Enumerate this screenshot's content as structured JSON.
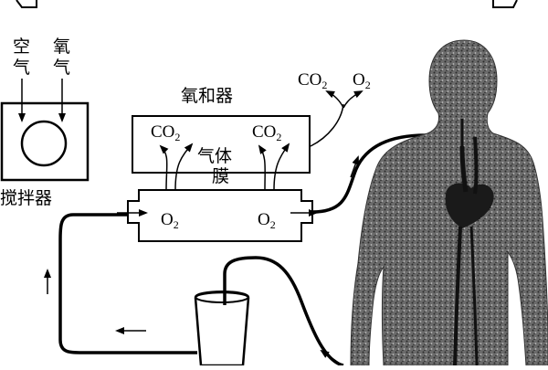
{
  "stirrer": {
    "air_label": [
      "空",
      "气"
    ],
    "oxygen_label": [
      "氧",
      "气"
    ],
    "label": "搅拌器"
  },
  "oxygenator": {
    "label": "氧和器",
    "gas_membrane_label": [
      "气体",
      "膜"
    ],
    "co2_left": {
      "base": "CO",
      "sub": "2"
    },
    "co2_right": {
      "base": "CO",
      "sub": "2"
    },
    "o2_left": {
      "base": "O",
      "sub": "2"
    },
    "o2_right": {
      "base": "O",
      "sub": "2"
    }
  },
  "exhaust": {
    "co2": {
      "base": "CO",
      "sub": "2"
    },
    "o2": {
      "base": "O",
      "sub": "2"
    }
  },
  "colors": {
    "line": "#000000",
    "body_fill": "#555555",
    "organ_fill": "#1a1a1a"
  }
}
